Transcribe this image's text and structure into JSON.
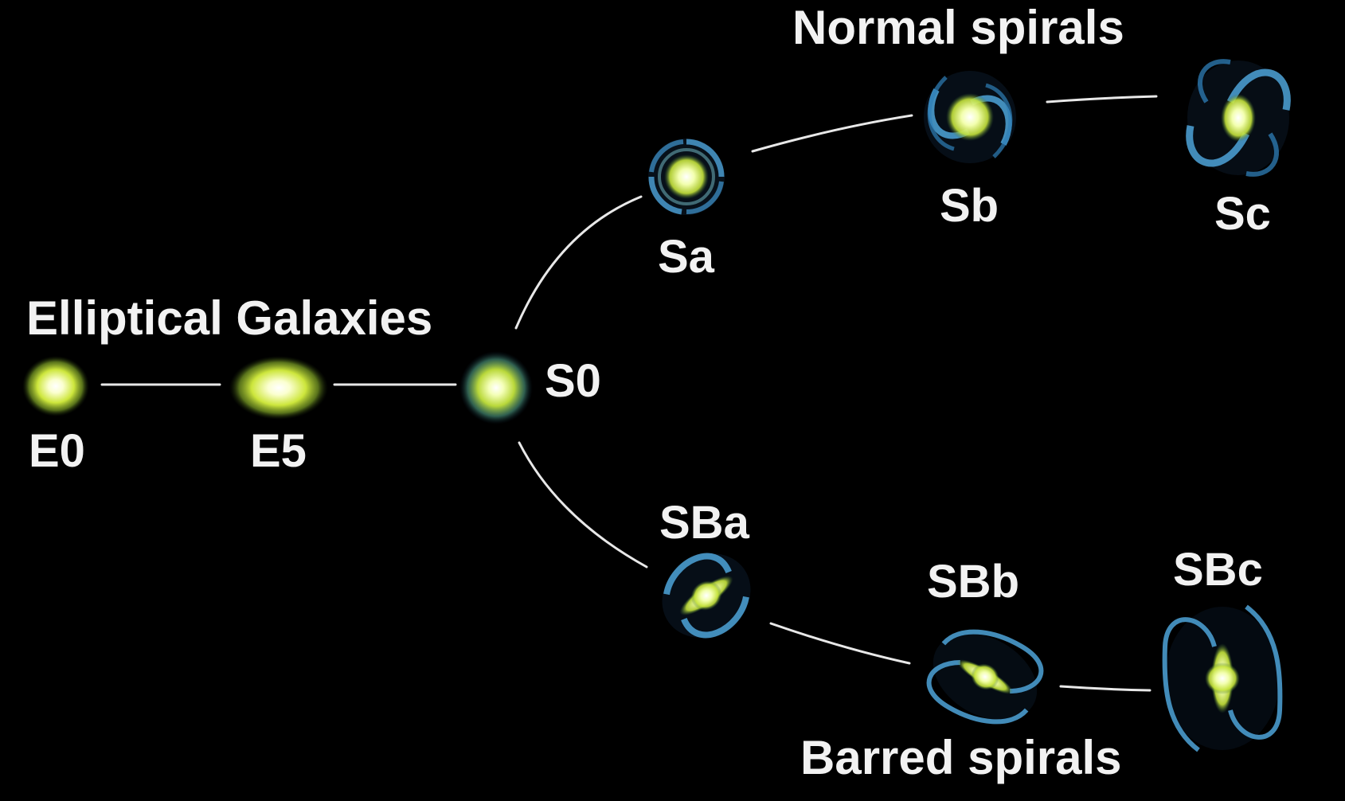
{
  "diagram": {
    "labels": {
      "elliptical_galaxies": "Elliptical Galaxies",
      "normal_spirals": "Normal spirals",
      "barred_spirals": "Barred spirals"
    },
    "nodes": {
      "e0": "E0",
      "e5": "E5",
      "s0": "S0",
      "sa": "Sa",
      "sb": "Sb",
      "sc": "Sc",
      "sba": "SBa",
      "sbb": "SBb",
      "sbc": "SBc"
    },
    "colors": {
      "background": "#000000",
      "galaxy_core": "#ffffe0",
      "galaxy_glow": "#c9e63a",
      "spiral_arms": "#4ea3d8",
      "label": "#f2f2f2"
    }
  }
}
